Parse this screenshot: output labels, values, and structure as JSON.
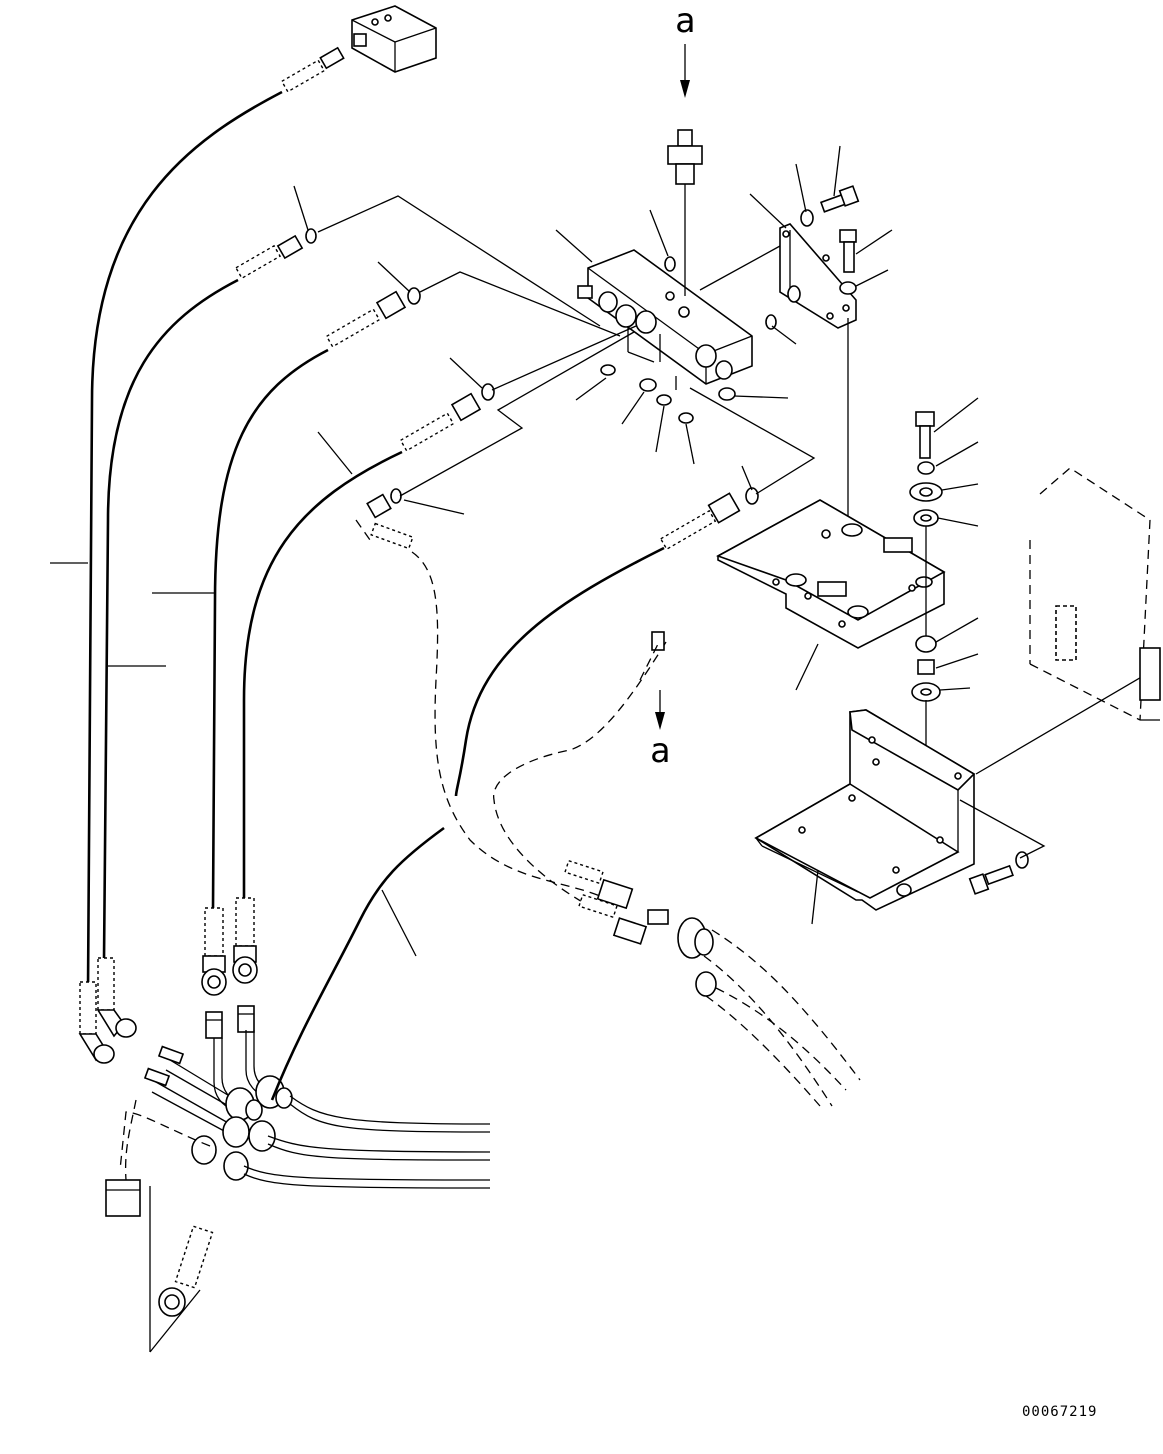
{
  "view_markers": {
    "top": "a",
    "bottom": "a"
  },
  "drawing_number": "00067219",
  "leader_count": 30,
  "colors": {
    "ink": "#000000",
    "paper": "#ffffff"
  }
}
